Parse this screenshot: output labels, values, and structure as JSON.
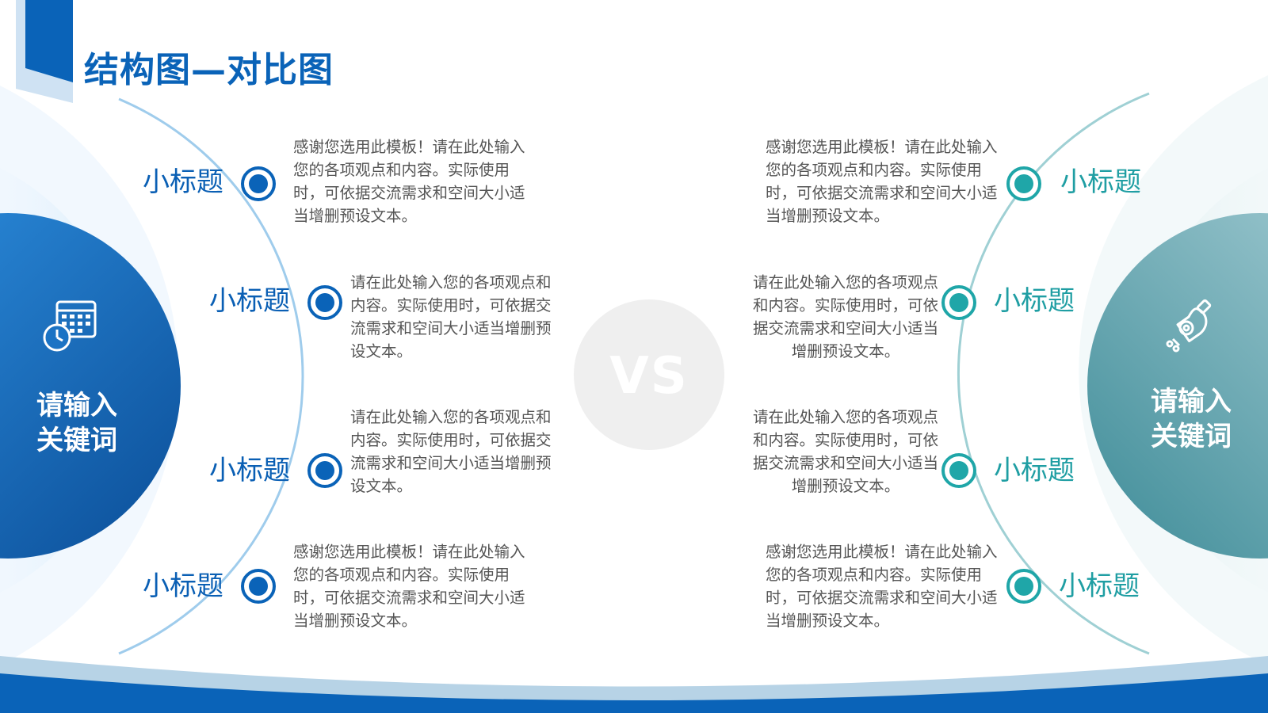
{
  "slide": {
    "title": "结构图—对比图"
  },
  "vs": {
    "label": "VS"
  },
  "left": {
    "keyword": [
      "请输入",
      "关键词"
    ],
    "icon": "calendar-clock-icon",
    "color": "#0a63b8",
    "items": [
      {
        "subtitle": "小标题",
        "text": "感谢您选用此模板！请在此处输入您的各项观点和内容。实际使用时，可依据交流需求和空间大小适当增删预设文本。"
      },
      {
        "subtitle": "小标题",
        "text": "请在此处输入您的各项观点和内容。实际使用时，可依据交流需求和空间大小适当增删预设文本。"
      },
      {
        "subtitle": "小标题",
        "text": "请在此处输入您的各项观点和内容。实际使用时，可依据交流需求和空间大小适当增删预设文本。"
      },
      {
        "subtitle": "小标题",
        "text": "感谢您选用此模板！请在此处输入您的各项观点和内容。实际使用时，可依据交流需求和空间大小适当增删预设文本。"
      }
    ]
  },
  "right": {
    "keyword": [
      "请输入",
      "关键词"
    ],
    "icon": "lightbulb-gear-icon",
    "color": "#1fa6a8",
    "items": [
      {
        "subtitle": "小标题",
        "text": "感谢您选用此模板！请在此处输入您的各项观点和内容。实际使用时，可依据交流需求和空间大小适当增删预设文本。"
      },
      {
        "subtitle": "小标题",
        "text": "请在此处输入您的各项观点和内容。实际使用时，可依据交流需求和空间大小适当增删预设文本。"
      },
      {
        "subtitle": "小标题",
        "text": "请在此处输入您的各项观点和内容。实际使用时，可依据交流需求和空间大小适当增删预设文本。"
      },
      {
        "subtitle": "小标题",
        "text": "感谢您选用此模板！请在此处输入您的各项观点和内容。实际使用时，可依据交流需求和空间大小适当增删预设文本。"
      }
    ]
  }
}
